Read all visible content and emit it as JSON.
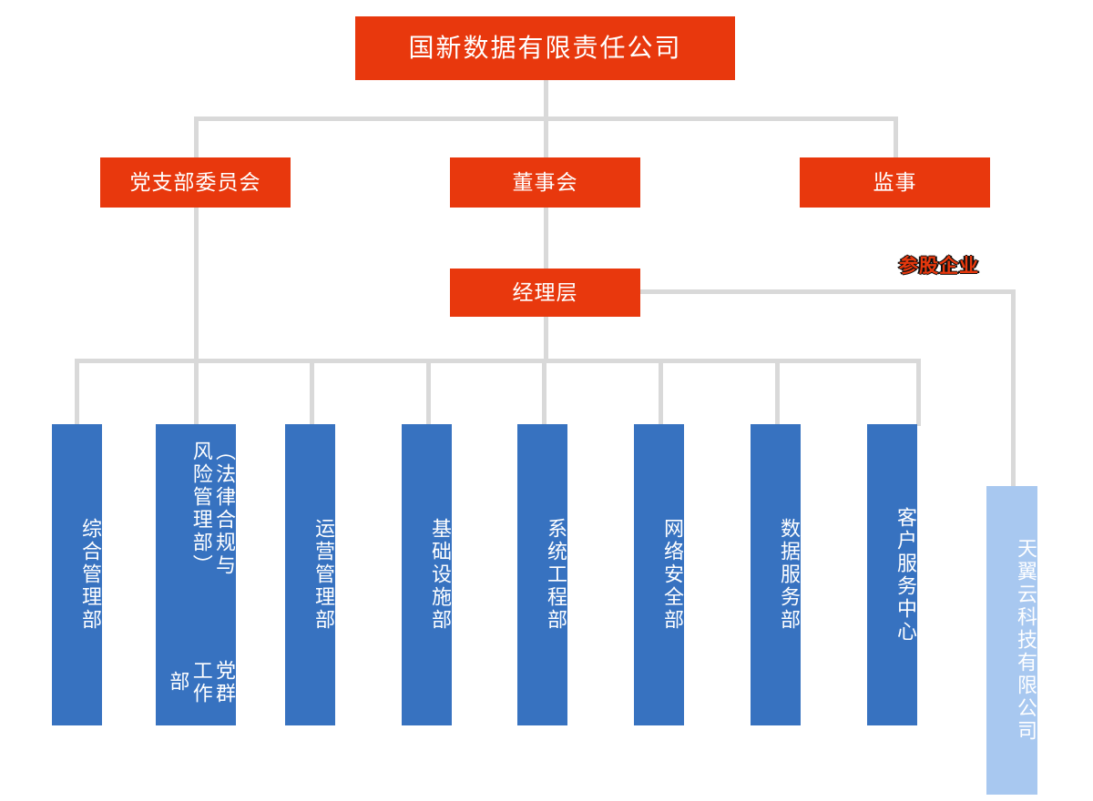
{
  "chart_data": {
    "type": "diagram",
    "title": "国新数据有限责任公司组织架构图",
    "colors": {
      "red": "#e8380d",
      "blue": "#3772c0",
      "light_blue": "#a8c8f0",
      "connector": "#d9d9d9",
      "text_on_box": "#ffffff"
    }
  },
  "root": {
    "label": "国新数据有限责任公司"
  },
  "governance": {
    "items": [
      {
        "label": "党支部委员会"
      },
      {
        "label": "董事会"
      },
      {
        "label": "监事"
      }
    ]
  },
  "management": {
    "label": "经理层"
  },
  "affiliate": {
    "section_label": "参股企业",
    "company": "天翼云科技有限公司"
  },
  "departments": {
    "items": [
      {
        "label": "综合管理部"
      },
      {
        "label_main": "党群工作部",
        "label_paren": "（法律合规与风险管理部）"
      },
      {
        "label": "运营管理部"
      },
      {
        "label": "基础设施部"
      },
      {
        "label": "系统工程部"
      },
      {
        "label": "网络安全部"
      },
      {
        "label": "数据服务部"
      },
      {
        "label": "客户服务中心"
      }
    ]
  }
}
